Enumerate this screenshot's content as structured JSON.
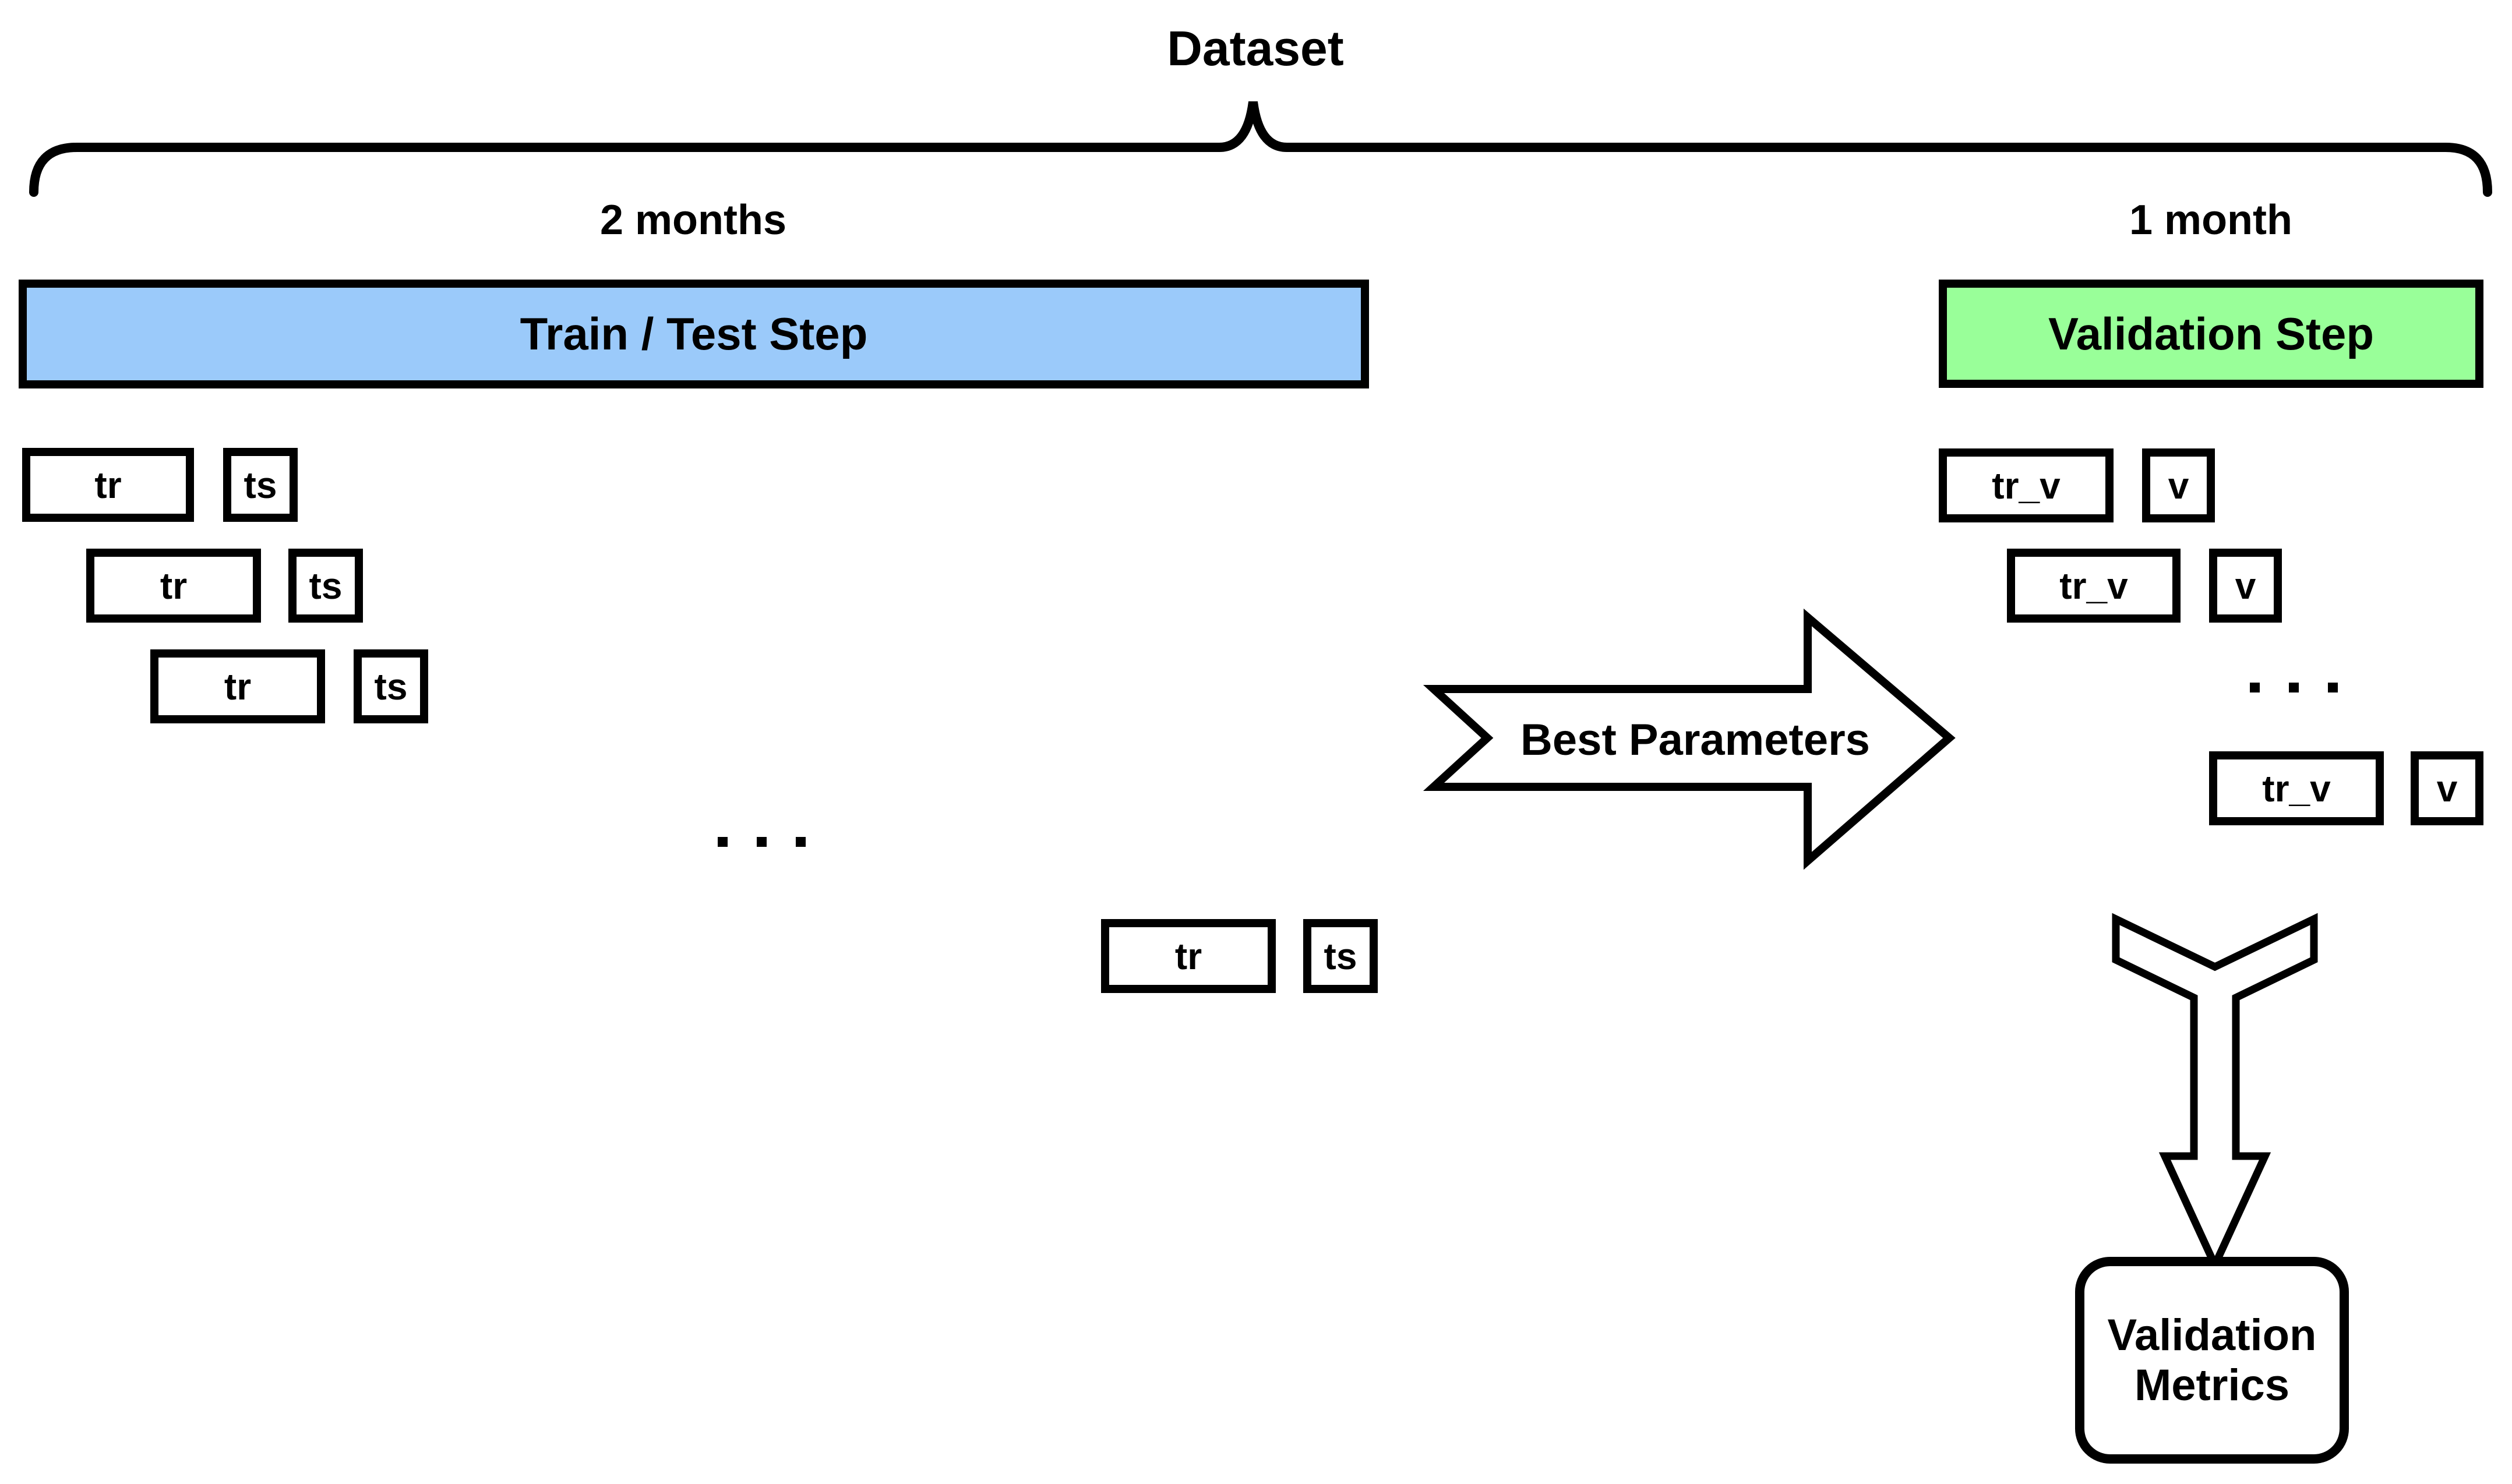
{
  "title": "Dataset",
  "train_test_section": {
    "duration_label": "2 months",
    "bar_label": "Train / Test Step",
    "bar_fill": "#9BCAFA",
    "ellipsis": ". . .",
    "folds": [
      {
        "train": "tr",
        "test": "ts"
      },
      {
        "train": "tr",
        "test": "ts"
      },
      {
        "train": "tr",
        "test": "ts"
      },
      {
        "train": "tr",
        "test": "ts"
      }
    ]
  },
  "validation_section": {
    "duration_label": "1 month",
    "bar_label": "Validation Step",
    "bar_fill": "#99FF99",
    "ellipsis": ". . .",
    "folds": [
      {
        "train": "tr_v",
        "validate": "v"
      },
      {
        "train": "tr_v",
        "validate": "v"
      },
      {
        "train": "tr_v",
        "validate": "v"
      }
    ]
  },
  "flow": {
    "arrow_label": "Best Parameters"
  },
  "output_box": {
    "line1": "Validation",
    "line2": "Metrics"
  },
  "colors": {
    "outline": "#000000",
    "background": "#FFFFFF",
    "train_test_fill": "#9BCAFA",
    "validation_fill": "#99FF99"
  }
}
